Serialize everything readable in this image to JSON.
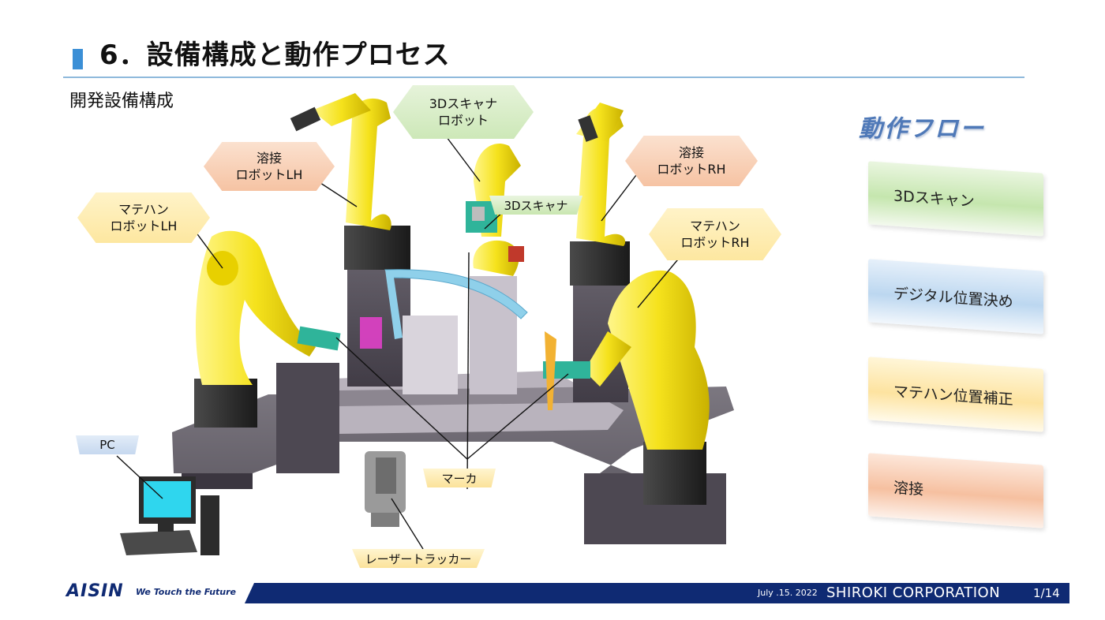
{
  "header": {
    "title": "6．設備構成と動作プロセス",
    "subtitle": "開発設備構成",
    "accent_color": "#3b8fd6"
  },
  "diagram": {
    "callouts": {
      "welding_lh": [
        "溶接",
        "ロボットLH"
      ],
      "welding_rh": [
        "溶接",
        "ロボットRH"
      ],
      "handling_lh": [
        "マテハン",
        "ロボットLH"
      ],
      "handling_rh": [
        "マテハン",
        "ロボットRH"
      ],
      "scanner_robot": [
        "3Dスキャナ",
        "ロボット"
      ],
      "scanner": "3Dスキャナ",
      "marker": "マーカ",
      "laser_tracker": "レーザートラッカー",
      "pc": "PC"
    },
    "robot_color": "#f5e21c",
    "frame_color": "#5a5560"
  },
  "flow": {
    "title": "動作フロー",
    "steps": [
      "3Dスキャン",
      "デジタル位置決め",
      "マテハン位置補正",
      "溶接"
    ]
  },
  "footer": {
    "logo": "AISIN",
    "tagline": "We Touch the Future",
    "date": "July .15. 2022",
    "company": "SHIROKI CORPORATION",
    "page": "1/14",
    "bar_color": "#0f2a73"
  }
}
